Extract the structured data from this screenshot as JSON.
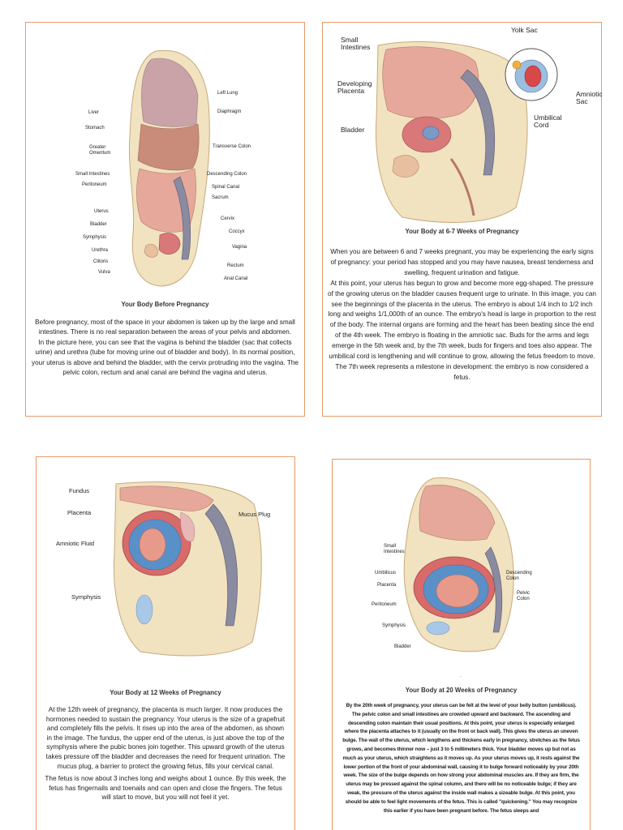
{
  "panel1": {
    "labels": {
      "left_lung": "Left Lung",
      "diaphragm": "Diaphragm",
      "liver": "Liver",
      "stomach": "Stomach",
      "greater_omentum": "Greater Omentum",
      "transverse_colon": "Transverse Colon",
      "small_intestines": "Small Intestines",
      "descending_colon": "Descending Colon",
      "peritoneum": "Peritoneum",
      "spinal_canal": "Spinal Canal",
      "sacrum": "Sacrum",
      "uterus": "Uterus",
      "cervix": "Cervix",
      "bladder": "Bladder",
      "coccyx": "Coccyx",
      "symphysis": "Symphysis",
      "vagina": "Vagina",
      "urethra": "Urethra",
      "rectum": "Rectum",
      "clitoris": "Clitoris",
      "vulva": "Vulva",
      "anal_canal": "Anal Canal"
    },
    "caption": "Your Body Before Pregnancy",
    "paragraphs": [
      "Before pregnancy, most of the space in your abdomen is taken up by the large and small intestines. There is no real separation between the areas of your pelvis and abdomen.",
      "In the picture here, you can see that the vagina is behind the bladder (sac that collects urine) and urethra (tube for moving urine out of bladder and body). In its normal position, your uterus is above and behind the bladder, with the cervix protruding into the vagina. The pelvic colon, rectum and anal canal are behind the vagina and uterus."
    ]
  },
  "panel2": {
    "labels": {
      "small_intestines": "Small Intestines",
      "yolk_sac": "Yolk Sac",
      "developing_placenta": "Developing Placenta",
      "amniotic_sac": "Amniotic Sac",
      "bladder": "Bladder",
      "umbilical_cord": "Umbilical Cord"
    },
    "caption": "Your Body at 6-7 Weeks of Pregnancy",
    "paragraphs": [
      "When you are between 6 and 7 weeks pregnant, you may be experiencing the early signs of pregnancy: your period has stopped and you may have nausea, breast tenderness and swelling, frequent urination and fatigue.",
      "At this point, your uterus has begun to grow and become more egg-shaped. The pressure of the growing uterus on the bladder causes frequent urge to urinate. In this image, you can see the beginnings of the placenta in the uterus. The embryo is about 1/4 inch to 1/2 inch long and weighs 1/1,000th of an ounce. The embryo's head is large in proportion to the rest of the body. The internal organs are forming and the heart has been beating since the end of the 4th week. The embryo is floating in the amniotic sac. Buds for the arms and legs emerge in the 5th week and, by the 7th week, buds for fingers and toes also appear. The umbilical cord is lengthening and will continue to grow, allowing the fetus freedom to move. The 7th week represents a milestone in development: the embryo is now considered a fetus."
    ]
  },
  "panel3": {
    "labels": {
      "fundus": "Fundus",
      "placenta": "Placenta",
      "mucus_plug": "Mucus Plug",
      "amniotic_fluid": "Amniotic Fluid",
      "symphysis": "Symphysis"
    },
    "caption": "Your Body at 12 Weeks of Pregnancy",
    "paragraphs": [
      "At the 12th week of pregnancy, the placenta is much larger. It now produces the hormones needed to sustain the pregnancy. Your uterus is the size of a grapefruit and completely fills the pelvis. It rises up into the area of the abdomen, as shown in the image. The fundus, the upper end of the uterus, is just above the top of the symphysis where the pubic bones join together. This upward growth of the uterus takes pressure off the bladder and decreases the need for frequent urination. The mucus plug, a barrier to protect the growing fetus, fills your cervical canal.",
      "The fetus is now about 3 inches long and weighs about 1 ounce. By this week, the fetus has fingernails and toenails and can open and close the fingers. The fetus will start to move, but you will not feel it yet."
    ]
  },
  "panel4": {
    "labels": {
      "small_intestines": "Small Intestines",
      "umbilicus": "Umbilicus",
      "descending_colon": "Descending Colon",
      "placenta": "Placenta",
      "pelvic_colon": "Pelvic Colon",
      "peritoneum": "Peritoneum",
      "symphysis": "Symphysis",
      "bladder": "Bladder"
    },
    "caption": "Your Body at 20 Weeks of Pregnancy",
    "paragraphs": [
      "By the 20th week of pregnancy, your uterus can be felt at the level of your belly button (umbilicus). The pelvic colon and small intestines are crowded upward and backward. The ascending and descending colon maintain their usual positions. At this point, your uterus is especially enlarged where the placenta attaches to it (usually on the front or back wall). This gives the uterus an uneven bulge. The wall of the uterus, which lengthens and thickens early in pregnancy, stretches as the fetus grows, and becomes thinner now – just 3 to 5 millimeters thick. Your bladder moves up but not as much as your uterus, which straightens as it moves up. As your uterus moves up, it rests against the lower portion of the front of your abdominal wall, causing it to bulge forward noticeably by your 20th week. The size of the bulge depends on how strong your abdominal muscles are. If they are firm, the uterus may be pressed against the spinal column, and there will be no noticeable bulge; if they are weak, the pressure of the uterus against the inside wall makes a sizeable bulge. At this point, you should be able to feel light movements of the fetus. This is called \"quickening.\" You may recognize this earlier if you have been pregnant before. The fetus sleeps and"
    ]
  }
}
